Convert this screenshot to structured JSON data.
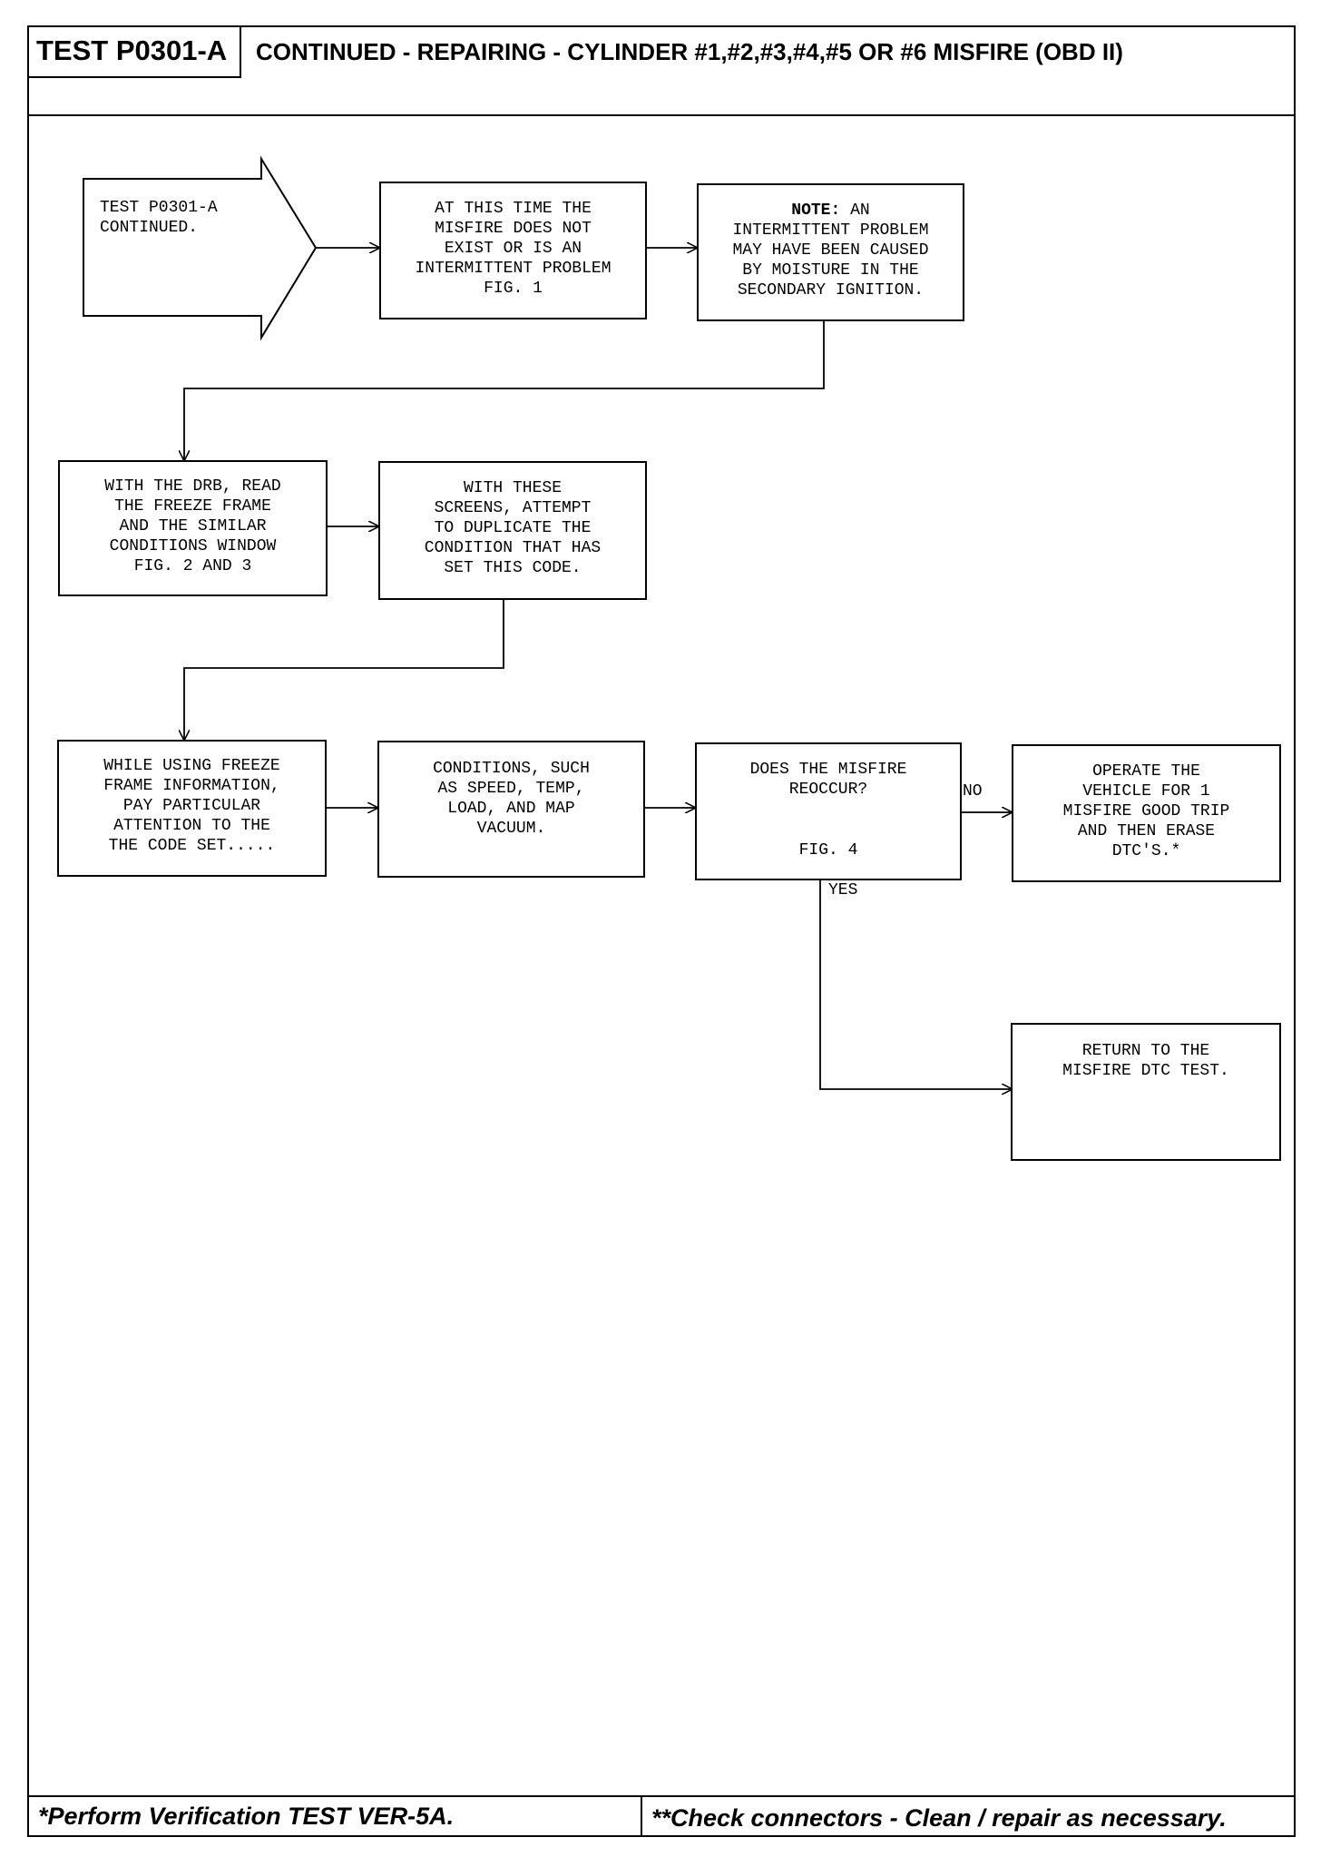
{
  "header": {
    "test_id": "TEST P0301-A",
    "title": "CONTINUED - REPAIRING - CYLINDER #1,#2,#3,#4,#5 OR #6 MISFIRE (OBD II)"
  },
  "flow": {
    "start": "TEST P0301-A\nCONTINUED.",
    "box1": "AT THIS TIME THE\nMISFIRE DOES NOT\nEXIST OR IS AN\nINTERMITTENT PROBLEM\nFIG. 1",
    "note_label": "NOTE:",
    "note_rest_line1": " AN",
    "note_rest": "INTERMITTENT PROBLEM\nMAY HAVE BEEN CAUSED\nBY MOISTURE IN THE\nSECONDARY IGNITION.",
    "box3": "WITH THE DRB, READ\nTHE FREEZE FRAME\nAND THE SIMILAR\nCONDITIONS WINDOW\nFIG. 2 AND 3",
    "box4": "WITH THESE\nSCREENS, ATTEMPT\nTO DUPLICATE THE\nCONDITION THAT HAS\nSET THIS CODE.",
    "box5": "WHILE USING FREEZE\nFRAME INFORMATION,\nPAY PARTICULAR\nATTENTION TO THE\nTHE CODE SET.....",
    "box6": "CONDITIONS, SUCH\nAS SPEED, TEMP,\nLOAD, AND MAP\nVACUUM.",
    "decision": "DOES THE MISFIRE\nREOCCUR?",
    "decision_fig": "FIG. 4",
    "no_label": "NO",
    "yes_label": "YES",
    "box_no": "OPERATE THE\nVEHICLE FOR 1\nMISFIRE GOOD TRIP\nAND THEN ERASE\nDTC'S.*",
    "box_yes": "RETURN TO THE\nMISFIRE DTC TEST."
  },
  "footer": {
    "left": "*Perform Verification TEST VER-5A.",
    "right": "**Check connectors - Clean / repair as necessary."
  }
}
